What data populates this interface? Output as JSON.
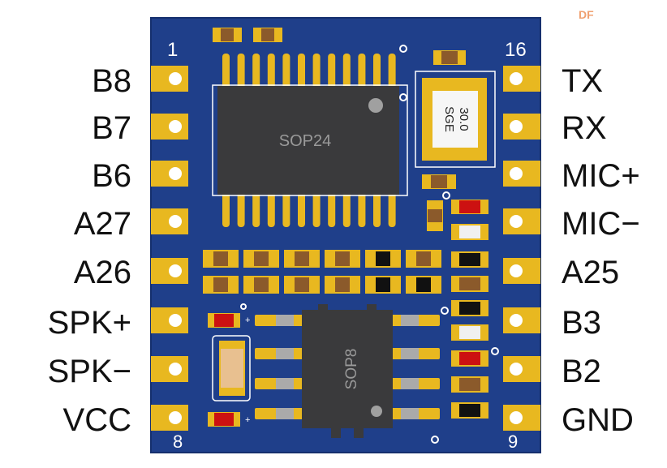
{
  "watermark": "DF",
  "pins_left": [
    "B8",
    "B7",
    "B6",
    "A27",
    "A26",
    "SPK+",
    "SPK−",
    "VCC"
  ],
  "pins_right": [
    "TX",
    "RX",
    "MIC+",
    "MIC−",
    "A25",
    "B3",
    "B2",
    "GND"
  ],
  "pin_numbers": {
    "top_left": "1",
    "top_right": "16",
    "bottom_left": "8",
    "bottom_right": "9"
  },
  "chips": {
    "main": "SOP24",
    "amp": "SOP8",
    "crystal_line1": "30.0",
    "crystal_line2": "SGE"
  },
  "colors": {
    "board": "#1f3f8a",
    "pad": "#e8b820",
    "chip": "#3a3a3c",
    "resistor_red": "#cc1111"
  }
}
